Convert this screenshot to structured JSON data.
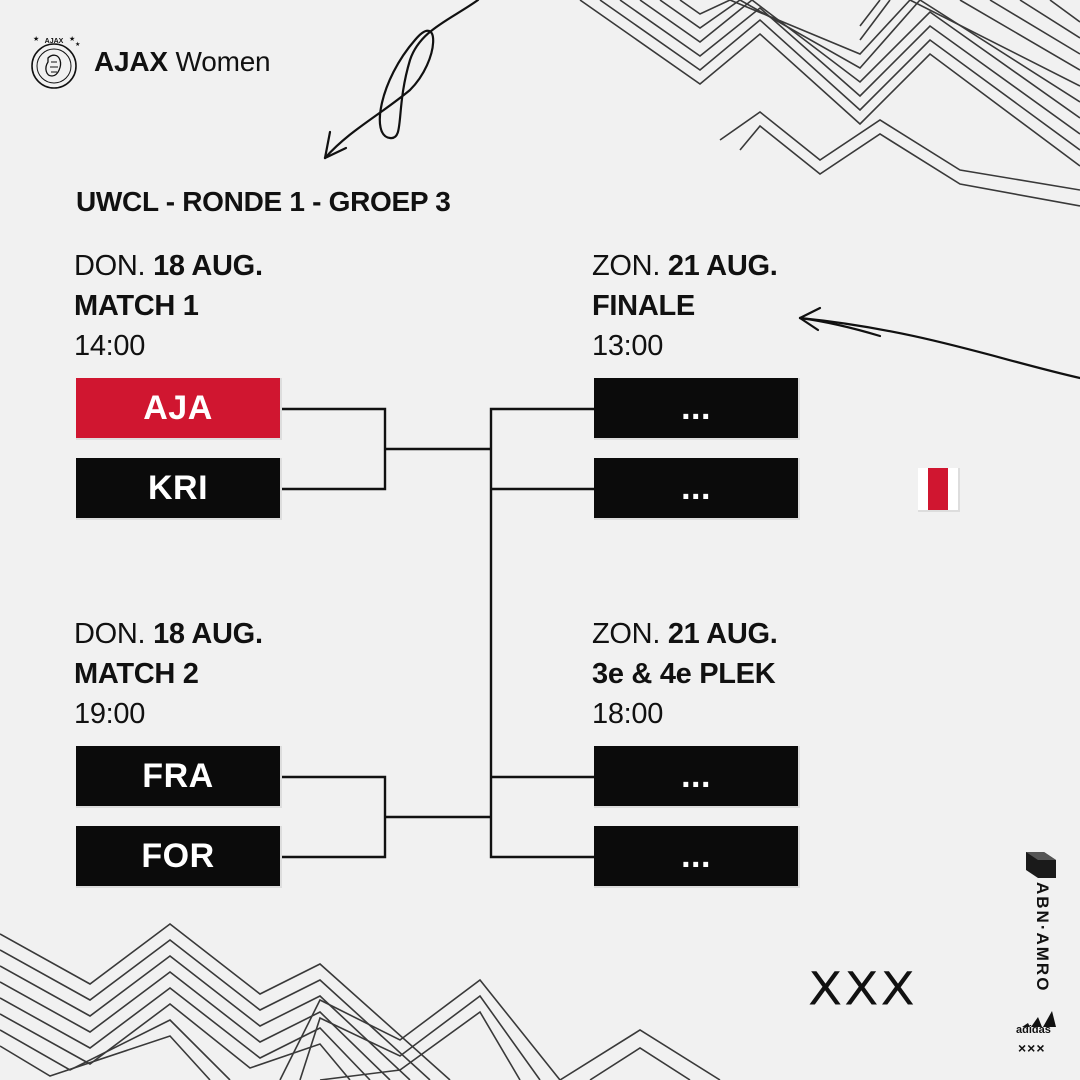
{
  "brand": {
    "name_bold": "AJAX",
    "name_light": " Women",
    "logo_text": "AJAX",
    "logo_icon": "ajax-crest-icon"
  },
  "heading": "UWCL - RONDE 1 - GROEP 3",
  "matches": {
    "match1": {
      "day": "DON. ",
      "date": "18 AUG.",
      "name": "MATCH 1",
      "time": "14:00",
      "team_a": "AJA",
      "team_b": "KRI"
    },
    "match2": {
      "day": "DON. ",
      "date": "18 AUG.",
      "name": "MATCH 2",
      "time": "19:00",
      "team_a": "FRA",
      "team_b": "FOR"
    },
    "finale": {
      "day": "ZON. ",
      "date": "21 AUG.",
      "name": "FINALE",
      "time": "13:00",
      "team_a": "...",
      "team_b": "..."
    },
    "third": {
      "day": "ZON. ",
      "date": "21 AUG.",
      "name": "3e & 4e PLEK",
      "time": "18:00",
      "team_a": "...",
      "team_b": "..."
    }
  },
  "sponsors": {
    "abn": "ABN·AMRO",
    "adidas": "adidas",
    "mark": "×××"
  },
  "signature": "XXX",
  "colors": {
    "accent_red": "#d01630",
    "dark": "#0b0b0b",
    "background": "#f1f1f1"
  }
}
